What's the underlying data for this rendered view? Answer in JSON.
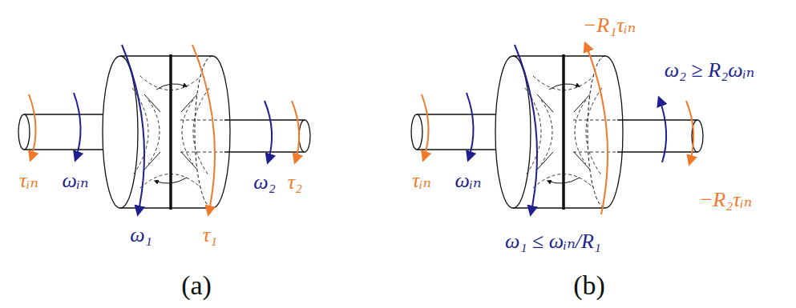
{
  "diagram": {
    "labels": [
      "τᵢₙ",
      "ωᵢₙ",
      "ω₁",
      "τ₁",
      "ω₂",
      "τ₂",
      "(a)",
      "τᵢₙ",
      "ωᵢₙ",
      "−R₁τᵢₙ",
      "ω₂ ≥ R₂ωᵢₙ",
      "−R₂τᵢₙ",
      "ω₁ ≤ ωᵢₙ/R₁",
      "(b)"
    ]
  }
}
